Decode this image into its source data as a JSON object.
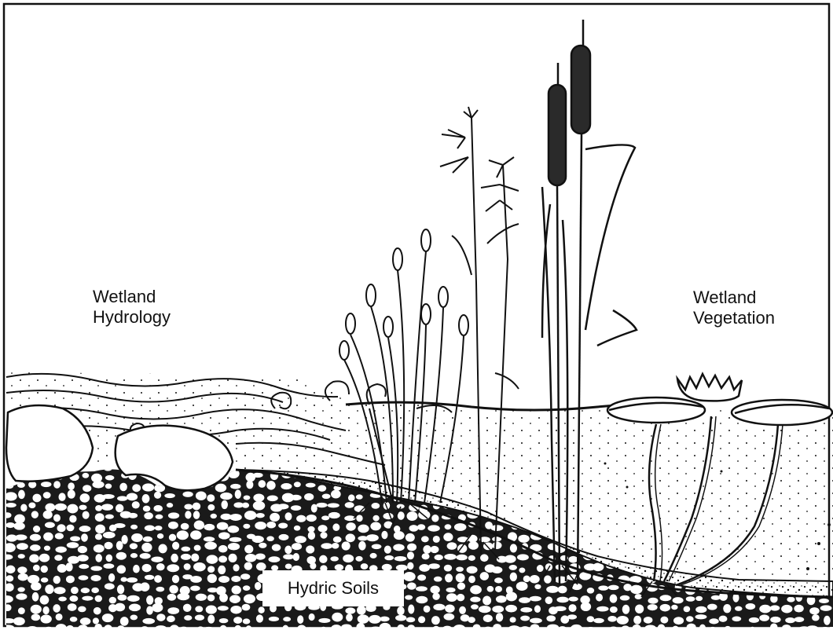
{
  "labels": {
    "hydrology_line1": "Wetland",
    "hydrology_line2": "Hydrology",
    "vegetation_line1": "Wetland",
    "vegetation_line2": "Vegetation",
    "soils": "Hydric Soils"
  },
  "colors": {
    "ink": "#111111",
    "background": "#ffffff",
    "soil_fill": "#1a1a1a",
    "pebble": "#ffffff"
  },
  "icons": [
    "cattail-icon",
    "sedge-icon",
    "water-lily-icon",
    "bulrush-icon",
    "wave-swirl-icon",
    "rock-icon"
  ]
}
